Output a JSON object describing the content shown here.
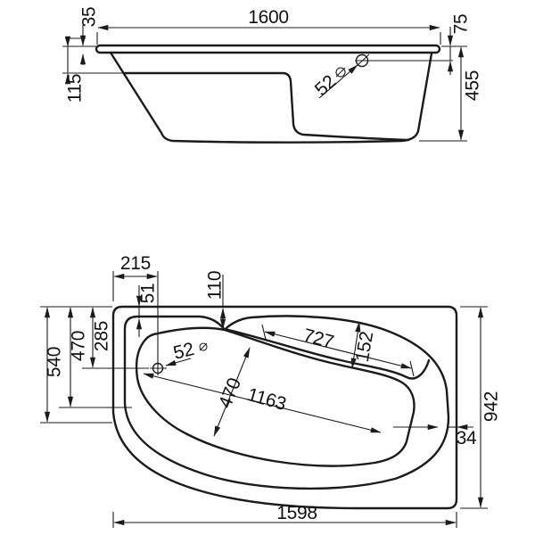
{
  "drawing_type": "bathtub-technical-drawing",
  "colors": {
    "line": "#1b1b1b",
    "background": "#ffffff"
  },
  "side": {
    "length": "1600",
    "rim_thickness": "35",
    "rim_to_ledge": "115",
    "rim_to_overflow": "75",
    "height": "455",
    "overflow_diameter": "52"
  },
  "plan": {
    "drain_from_left": "215",
    "rim_inset": "51",
    "saddle_from_top": "110",
    "drain_from_top": "285",
    "left_mid": "470",
    "left_edge": "540",
    "shelf_length": "727",
    "shelf_width": "152",
    "bowl_width": "470",
    "bowl_length": "1163",
    "drain_diameter": "52",
    "edge_gap": "34",
    "width": "942",
    "length": "1598"
  }
}
